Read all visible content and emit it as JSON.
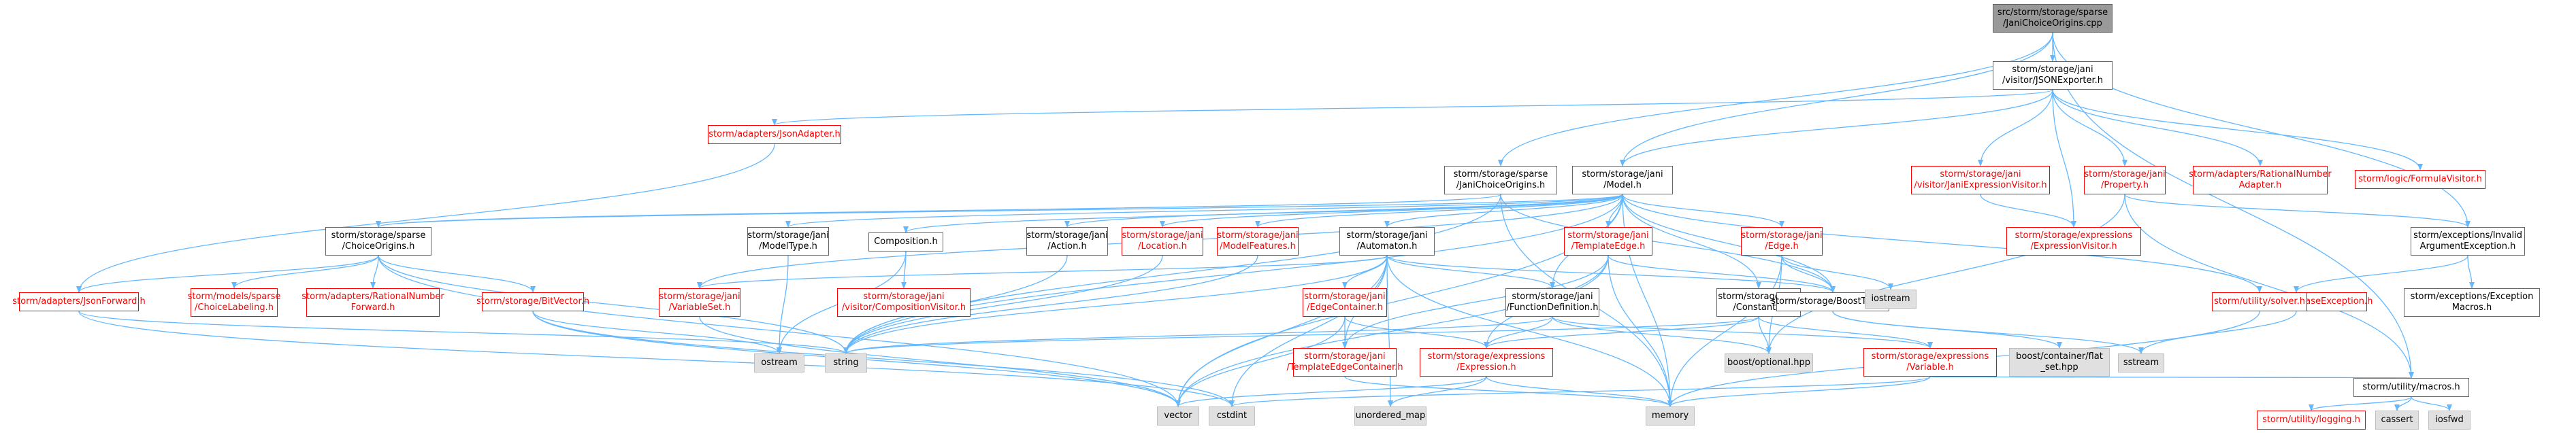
{
  "colors": {
    "edge": "#63b8ff",
    "node_border": "#666666",
    "missing_border": "#ff0000",
    "external_fill": "#e0e0e0",
    "root_fill": "#999999"
  },
  "nodes": [
    {
      "id": "root",
      "lines": [
        "src/storm/storage/sparse",
        "/JaniChoiceOrigins.cpp"
      ],
      "kind": "root"
    },
    {
      "id": "jsonexporter",
      "lines": [
        "storm/storage/jani",
        "/visitor/JSONExporter.h"
      ],
      "kind": "normal"
    },
    {
      "id": "sparse_jco_h",
      "lines": [
        "storm/storage/sparse",
        "/JaniChoiceOrigins.h"
      ],
      "kind": "normal"
    },
    {
      "id": "model_h",
      "lines": [
        "storm/storage/jani",
        "/Model.h"
      ],
      "kind": "normal"
    },
    {
      "id": "jsonadapter",
      "lines": [
        "storm/adapters/JsonAdapter.h"
      ],
      "kind": "red"
    },
    {
      "id": "janiexprvisitor",
      "lines": [
        "storm/storage/jani",
        "/visitor/JaniExpressionVisitor.h"
      ],
      "kind": "red"
    },
    {
      "id": "property_h",
      "lines": [
        "storm/storage/jani",
        "/Property.h"
      ],
      "kind": "red"
    },
    {
      "id": "rationaladapter",
      "lines": [
        "storm/adapters/RationalNumber",
        "Adapter.h"
      ],
      "kind": "red"
    },
    {
      "id": "formulavisitor",
      "lines": [
        "storm/logic/FormulaVisitor.h"
      ],
      "kind": "red"
    },
    {
      "id": "exprvisitor",
      "lines": [
        "storm/storage/expressions",
        "/ExpressionVisitor.h"
      ],
      "kind": "red"
    },
    {
      "id": "invalidarg",
      "lines": [
        "storm/exceptions/Invalid",
        "ArgumentException.h"
      ],
      "kind": "normal"
    },
    {
      "id": "choiceorigins",
      "lines": [
        "storm/storage/sparse",
        "/ChoiceOrigins.h"
      ],
      "kind": "normal"
    },
    {
      "id": "modeltype",
      "lines": [
        "storm/storage/jani",
        "/ModelType.h"
      ],
      "kind": "normal"
    },
    {
      "id": "composition",
      "lines": [
        "Composition.h"
      ],
      "kind": "normal"
    },
    {
      "id": "action",
      "lines": [
        "storm/storage/jani",
        "/Action.h"
      ],
      "kind": "normal"
    },
    {
      "id": "location",
      "lines": [
        "storm/storage/jani",
        "/Location.h"
      ],
      "kind": "red"
    },
    {
      "id": "modelfeatures",
      "lines": [
        "storm/storage/jani",
        "/ModelFeatures.h"
      ],
      "kind": "red"
    },
    {
      "id": "automaton",
      "lines": [
        "storm/storage/jani",
        "/Automaton.h"
      ],
      "kind": "normal"
    },
    {
      "id": "templateedge",
      "lines": [
        "storm/storage/jani",
        "/TemplateEdge.h"
      ],
      "kind": "red"
    },
    {
      "id": "edge_h",
      "lines": [
        "storm/storage/jani",
        "/Edge.h"
      ],
      "kind": "red"
    },
    {
      "id": "baseexception",
      "lines": [
        "storm/exceptions/BaseException.h"
      ],
      "kind": "red"
    },
    {
      "id": "exceptionmacros",
      "lines": [
        "storm/exceptions/Exception",
        "Macros.h"
      ],
      "kind": "normal"
    },
    {
      "id": "jsonforward",
      "lines": [
        "storm/adapters/JsonForward.h"
      ],
      "kind": "red"
    },
    {
      "id": "choicelabeling",
      "lines": [
        "storm/models/sparse",
        "/ChoiceLabeling.h"
      ],
      "kind": "red"
    },
    {
      "id": "rationalforward",
      "lines": [
        "storm/adapters/RationalNumber",
        "Forward.h"
      ],
      "kind": "red"
    },
    {
      "id": "bitvector",
      "lines": [
        "storm/storage/BitVector.h"
      ],
      "kind": "red"
    },
    {
      "id": "variableset",
      "lines": [
        "storm/storage/jani",
        "/VariableSet.h"
      ],
      "kind": "red"
    },
    {
      "id": "compvisitor",
      "lines": [
        "storm/storage/jani",
        "/visitor/CompositionVisitor.h"
      ],
      "kind": "red"
    },
    {
      "id": "edgecontainer",
      "lines": [
        "storm/storage/jani",
        "/EdgeContainer.h"
      ],
      "kind": "red"
    },
    {
      "id": "funcdef",
      "lines": [
        "storm/storage/jani",
        "/FunctionDefinition.h"
      ],
      "kind": "normal"
    },
    {
      "id": "constant",
      "lines": [
        "storm/storage/jani",
        "/Constant.h"
      ],
      "kind": "normal"
    },
    {
      "id": "boosttypes",
      "lines": [
        "storm/storage/BoostTypes.h"
      ],
      "kind": "normal"
    },
    {
      "id": "iostream",
      "lines": [
        "iostream"
      ],
      "kind": "gray"
    },
    {
      "id": "solver_h",
      "lines": [
        "storm/utility/solver.h"
      ],
      "kind": "red"
    },
    {
      "id": "ostream",
      "lines": [
        "ostream"
      ],
      "kind": "gray"
    },
    {
      "id": "string",
      "lines": [
        "string"
      ],
      "kind": "gray"
    },
    {
      "id": "tecontainer",
      "lines": [
        "storm/storage/jani",
        "/TemplateEdgeContainer.h"
      ],
      "kind": "red"
    },
    {
      "id": "expression_h",
      "lines": [
        "storm/storage/expressions",
        "/Expression.h"
      ],
      "kind": "red"
    },
    {
      "id": "boostoptional",
      "lines": [
        "boost/optional.hpp"
      ],
      "kind": "gray"
    },
    {
      "id": "variable_h",
      "lines": [
        "storm/storage/expressions",
        "/Variable.h"
      ],
      "kind": "red"
    },
    {
      "id": "flatset",
      "lines": [
        "boost/container/flat",
        "_set.hpp"
      ],
      "kind": "gray"
    },
    {
      "id": "sstream",
      "lines": [
        "sstream"
      ],
      "kind": "gray"
    },
    {
      "id": "vector",
      "lines": [
        "vector"
      ],
      "kind": "gray"
    },
    {
      "id": "cstdint",
      "lines": [
        "cstdint"
      ],
      "kind": "gray"
    },
    {
      "id": "unordered_map",
      "lines": [
        "unordered_map"
      ],
      "kind": "gray"
    },
    {
      "id": "memory",
      "lines": [
        "memory"
      ],
      "kind": "gray"
    },
    {
      "id": "macros_h",
      "lines": [
        "storm/utility/macros.h"
      ],
      "kind": "normal"
    },
    {
      "id": "logging_h",
      "lines": [
        "storm/utility/logging.h"
      ],
      "kind": "red"
    },
    {
      "id": "cassert",
      "lines": [
        "cassert"
      ],
      "kind": "gray"
    },
    {
      "id": "iosfwd",
      "lines": [
        "iosfwd"
      ],
      "kind": "gray"
    }
  ],
  "edges": [
    [
      "root",
      "sparse_jco_h"
    ],
    [
      "root",
      "jsonexporter"
    ],
    [
      "root",
      "model_h"
    ],
    [
      "root",
      "macros_h"
    ],
    [
      "root",
      "invalidarg"
    ],
    [
      "jsonexporter",
      "jsonadapter"
    ],
    [
      "jsonexporter",
      "model_h"
    ],
    [
      "jsonexporter",
      "janiexprvisitor"
    ],
    [
      "jsonexporter",
      "property_h"
    ],
    [
      "jsonexporter",
      "rationaladapter"
    ],
    [
      "jsonexporter",
      "formulavisitor"
    ],
    [
      "jsonexporter",
      "exprvisitor"
    ],
    [
      "jsonadapter",
      "jsonforward"
    ],
    [
      "sparse_jco_h",
      "choiceorigins"
    ],
    [
      "sparse_jco_h",
      "boosttypes"
    ],
    [
      "sparse_jco_h",
      "string"
    ],
    [
      "sparse_jco_h",
      "memory"
    ],
    [
      "model_h",
      "choiceorigins"
    ],
    [
      "model_h",
      "modeltype"
    ],
    [
      "model_h",
      "composition"
    ],
    [
      "model_h",
      "action"
    ],
    [
      "model_h",
      "location"
    ],
    [
      "model_h",
      "modelfeatures"
    ],
    [
      "model_h",
      "automaton"
    ],
    [
      "model_h",
      "templateedge"
    ],
    [
      "model_h",
      "edge_h"
    ],
    [
      "model_h",
      "variableset"
    ],
    [
      "model_h",
      "funcdef"
    ],
    [
      "model_h",
      "constant"
    ],
    [
      "model_h",
      "boosttypes"
    ],
    [
      "model_h",
      "solver_h"
    ],
    [
      "model_h",
      "memory"
    ],
    [
      "model_h",
      "vector"
    ],
    [
      "model_h",
      "string"
    ],
    [
      "janiexprvisitor",
      "exprvisitor"
    ],
    [
      "property_h",
      "invalidarg"
    ],
    [
      "property_h",
      "macros_h"
    ],
    [
      "property_h",
      "boostoptional"
    ],
    [
      "invalidarg",
      "baseexception"
    ],
    [
      "invalidarg",
      "exceptionmacros"
    ],
    [
      "baseexception",
      "sstream"
    ],
    [
      "choiceorigins",
      "jsonforward"
    ],
    [
      "choiceorigins",
      "choicelabeling"
    ],
    [
      "choiceorigins",
      "rationalforward"
    ],
    [
      "choiceorigins",
      "bitvector"
    ],
    [
      "choiceorigins",
      "string"
    ],
    [
      "choiceorigins",
      "vector"
    ],
    [
      "modeltype",
      "ostream"
    ],
    [
      "composition",
      "compvisitor"
    ],
    [
      "composition",
      "ostream"
    ],
    [
      "action",
      "string"
    ],
    [
      "location",
      "string"
    ],
    [
      "modelfeatures",
      "string"
    ],
    [
      "automaton",
      "variableset"
    ],
    [
      "automaton",
      "edgecontainer"
    ],
    [
      "automaton",
      "funcdef"
    ],
    [
      "automaton",
      "tecontainer"
    ],
    [
      "automaton",
      "boosttypes"
    ],
    [
      "automaton",
      "string"
    ],
    [
      "automaton",
      "vector"
    ],
    [
      "automaton",
      "cstdint"
    ],
    [
      "automaton",
      "unordered_map"
    ],
    [
      "automaton",
      "memory"
    ],
    [
      "templateedge",
      "tecontainer"
    ],
    [
      "templateedge",
      "expression_h"
    ],
    [
      "templateedge",
      "vector"
    ],
    [
      "templateedge",
      "memory"
    ],
    [
      "templateedge",
      "boosttypes"
    ],
    [
      "edge_h",
      "boosttypes"
    ],
    [
      "edge_h",
      "boostoptional"
    ],
    [
      "edge_h",
      "iostream"
    ],
    [
      "edge_h",
      "memory"
    ],
    [
      "jsonforward",
      "string"
    ],
    [
      "jsonforward",
      "cstdint"
    ],
    [
      "bitvector",
      "ostream"
    ],
    [
      "bitvector",
      "vector"
    ],
    [
      "bitvector",
      "cstdint"
    ],
    [
      "variableset",
      "vector"
    ],
    [
      "edgecontainer",
      "tecontainer"
    ],
    [
      "edgecontainer",
      "vector"
    ],
    [
      "edgecontainer",
      "expression_h"
    ],
    [
      "funcdef",
      "expression_h"
    ],
    [
      "funcdef",
      "string"
    ],
    [
      "funcdef",
      "variable_h"
    ],
    [
      "funcdef",
      "boostoptional"
    ],
    [
      "constant",
      "expression_h"
    ],
    [
      "constant",
      "variable_h"
    ],
    [
      "constant",
      "boostoptional"
    ],
    [
      "constant",
      "string"
    ],
    [
      "boosttypes",
      "flatset"
    ],
    [
      "boosttypes",
      "sstream"
    ],
    [
      "solver_h",
      "memory"
    ],
    [
      "tecontainer",
      "memory"
    ],
    [
      "expression_h",
      "memory"
    ],
    [
      "expression_h",
      "vector"
    ],
    [
      "expression_h",
      "unordered_map"
    ],
    [
      "variable_h",
      "memory"
    ],
    [
      "variable_h",
      "cstdint"
    ],
    [
      "variable_h",
      "macros_h"
    ],
    [
      "macros_h",
      "logging_h"
    ],
    [
      "macros_h",
      "cassert"
    ],
    [
      "macros_h",
      "iosfwd"
    ]
  ]
}
